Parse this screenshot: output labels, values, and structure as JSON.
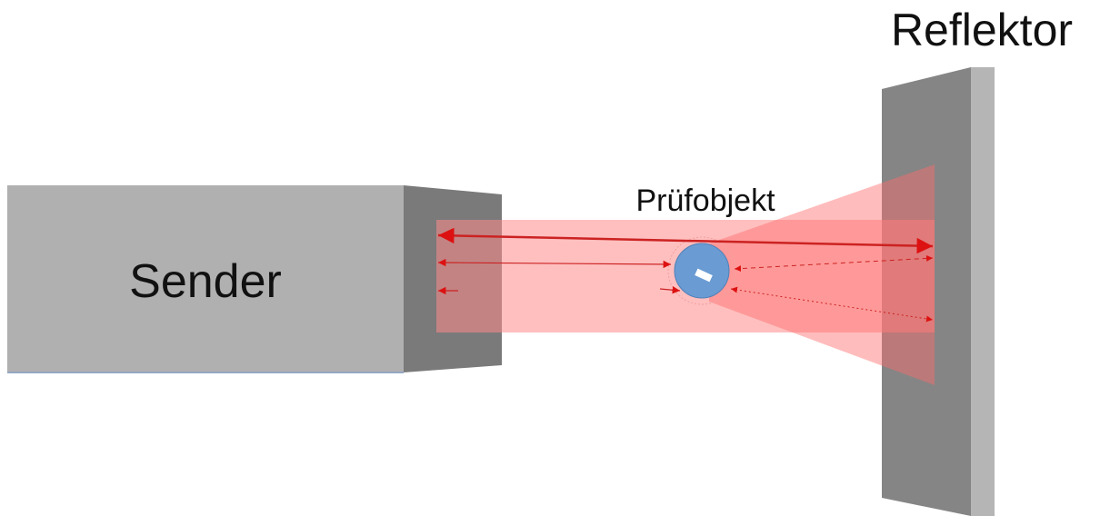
{
  "labels": {
    "sender": "Sender",
    "reflector": "Reflektor",
    "test_object": "Prüfobjekt"
  },
  "colors": {
    "sender_body": "#b0b0b0",
    "sender_face": "#7a7a7a",
    "reflector_face": "#858585",
    "reflector_edge": "#b5b5b5",
    "beam": "#ff9a9a",
    "arrow": "#dd1111",
    "test_object": "#6a9bd3"
  }
}
